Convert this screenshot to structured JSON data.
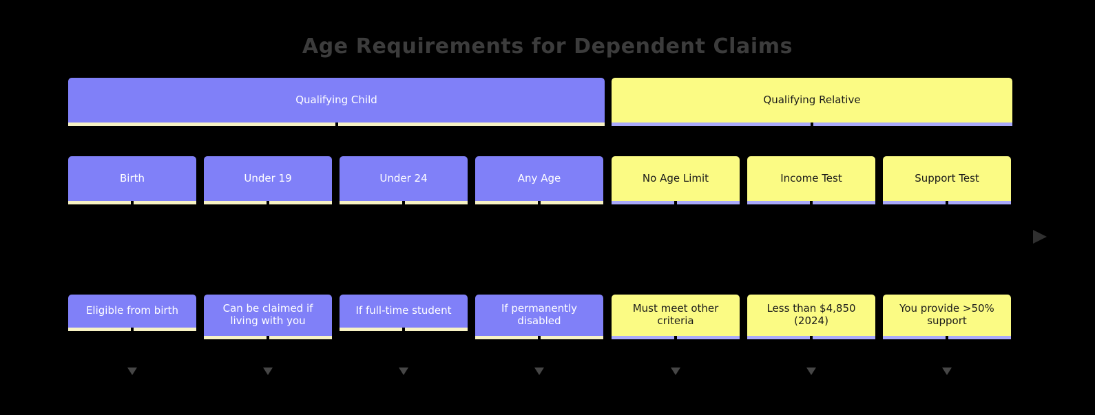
{
  "page": {
    "title": "Age Requirements for Dependent Claims",
    "background_color": "#000000",
    "title_color": "#3c3c3c"
  },
  "colors": {
    "purple_fill": "#8080f8",
    "purple_text": "#ffffff",
    "yellow_fill": "#fbfb84",
    "yellow_text": "#1a1a1a",
    "purple_underline": "#f7f2c4",
    "yellow_underline": "#a9a9fb",
    "marker": "#464646"
  },
  "columns": [
    {
      "category": "Qualifying Child",
      "style": "purple",
      "criteria": "Birth",
      "detail": "Eligible from birth",
      "marker": "caret-down-icon"
    },
    {
      "category": "Qualifying Child",
      "style": "purple",
      "criteria": "Under 19",
      "detail": "Can be claimed if\nliving with you",
      "marker": "caret-down-icon"
    },
    {
      "category": "Qualifying Child",
      "style": "purple",
      "criteria": "Under 24",
      "detail": "If full-time student",
      "marker": "caret-down-icon"
    },
    {
      "category": "Qualifying Child",
      "style": "purple",
      "criteria": "Any Age",
      "detail": "If permanently\ndisabled",
      "marker": "caret-down-icon"
    },
    {
      "category": "Qualifying Relative",
      "style": "yellow",
      "criteria": "No Age Limit",
      "detail": "Must meet other\ncriteria",
      "marker": "caret-down-icon"
    },
    {
      "category": "Qualifying Relative",
      "style": "yellow",
      "criteria": "Income Test",
      "detail": "Less than $4,850\n(2024)",
      "marker": "caret-down-icon"
    },
    {
      "category": "Qualifying Relative",
      "style": "yellow",
      "criteria": "Support Test",
      "detail": "You provide >50%\nsupport",
      "marker": "caret-down-icon"
    }
  ],
  "groups": [
    {
      "label": "Qualifying Child",
      "style": "purple"
    },
    {
      "label": "Qualifying Relative",
      "style": "yellow"
    }
  ],
  "side_marker": {
    "name": "play-caret-right-icon"
  }
}
